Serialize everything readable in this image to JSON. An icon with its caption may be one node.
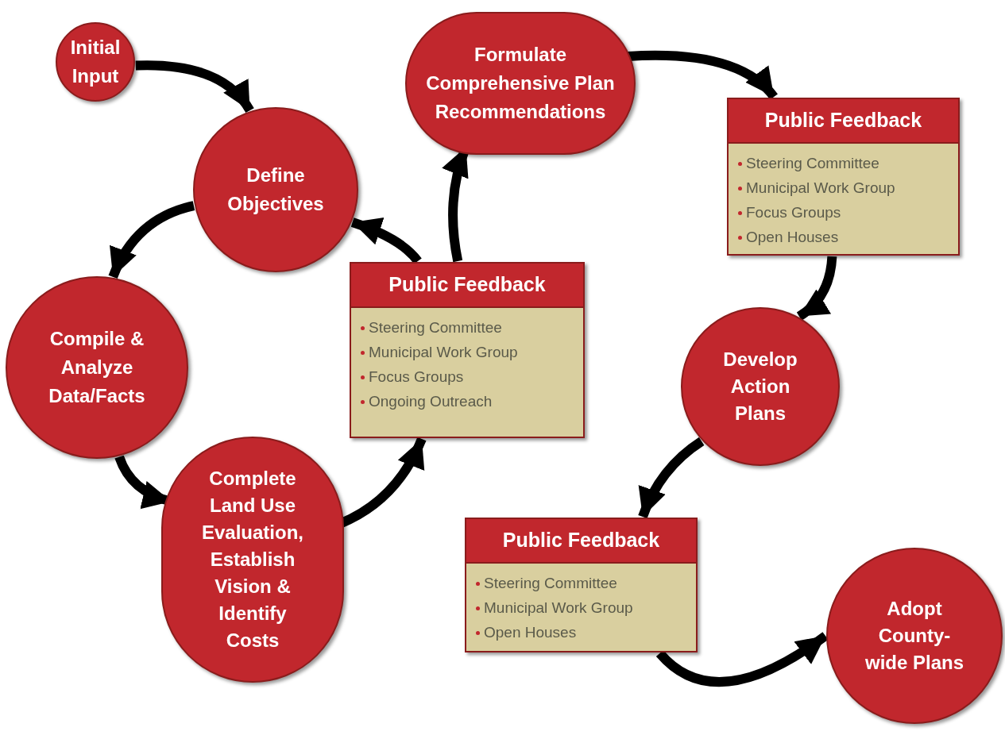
{
  "diagram": {
    "nodes": [
      {
        "text": [
          "Initial Input"
        ]
      },
      {
        "text": [
          "Define Objectives"
        ]
      },
      {
        "text": [
          "Compile & Analyze Data/Facts"
        ]
      },
      {
        "text": [
          "Complete Land Use Evaluation, Establish Vision & Identify Costs"
        ]
      },
      {
        "text": [
          "Public Feedback",
          "Steering Committee",
          "Municipal Work Group",
          "Focus Groups",
          "Ongoing Outreach"
        ]
      },
      {
        "text": [
          "Formulate Comprehensive Plan Recommendations"
        ]
      },
      {
        "text": [
          "Public Feedback",
          "Steering Committee",
          "Municipal Work Group",
          "Focus Groups",
          "Open Houses"
        ]
      },
      {
        "text": [
          "Develop Action Plans"
        ]
      },
      {
        "text": [
          "Public Feedback",
          "Steering Committee",
          "Municipal Work Group",
          "Open Houses"
        ]
      },
      {
        "text": [
          "Adopt County-wide Plans"
        ]
      }
    ],
    "edges": [
      {
        "from": 0,
        "to": 1,
        "arrow": "to"
      },
      {
        "from": 1,
        "to": 2,
        "arrow": "to"
      },
      {
        "from": 2,
        "to": 3,
        "arrow": "to"
      },
      {
        "from": 3,
        "to": 4,
        "arrow": "to"
      },
      {
        "from": 4,
        "to": 1,
        "arrow": "to"
      },
      {
        "from": 4,
        "to": 5,
        "arrow": "to"
      },
      {
        "from": 5,
        "to": 6,
        "arrow": "to"
      },
      {
        "from": 6,
        "to": 7,
        "arrow": "to"
      },
      {
        "from": 7,
        "to": 8,
        "arrow": "to"
      },
      {
        "from": 8,
        "to": 9,
        "arrow": "to"
      }
    ]
  }
}
